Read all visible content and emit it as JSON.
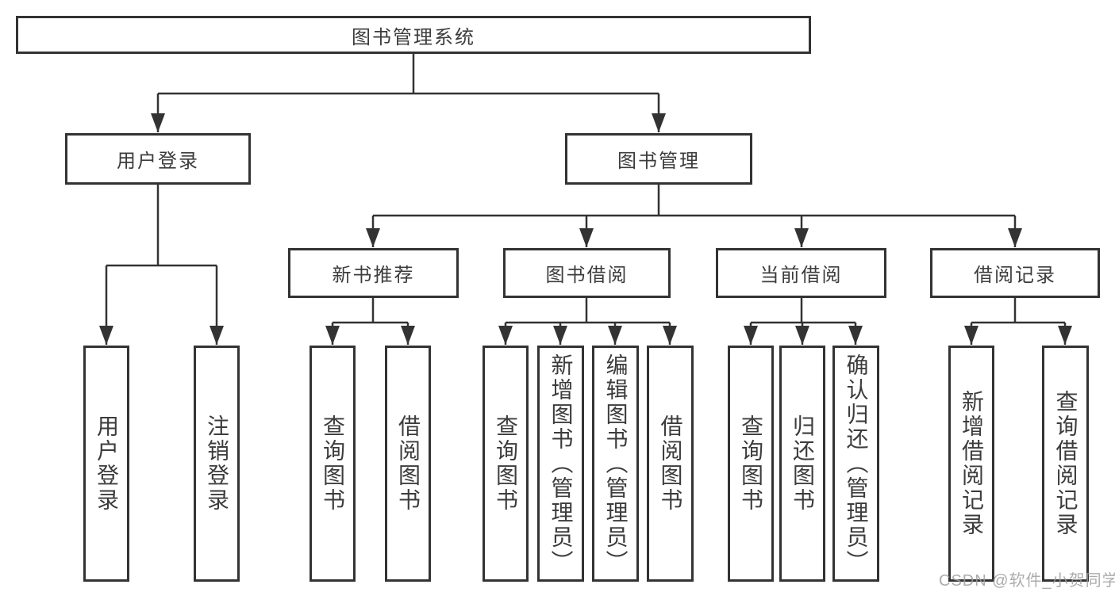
{
  "diagram": {
    "root": "图书管理系统",
    "level2": {
      "user_login": "用户登录",
      "book_management": "图书管理"
    },
    "level3": {
      "new_book_recommend": "新书推荐",
      "book_borrowing": "图书借阅",
      "current_borrowing": "当前借阅",
      "borrowing_records": "借阅记录"
    },
    "leaves": {
      "user_login": "用户登录",
      "logout": "注销登录",
      "query_book_1": "查询图书",
      "borrow_book_1": "借阅图书",
      "query_book_2": "查询图书",
      "add_book": "新增图书（管理员）",
      "edit_book": "编辑图书（管理员）",
      "borrow_book_2": "借阅图书",
      "query_book_3": "查询图书",
      "return_book": "归还图书",
      "confirm_return": "确认归还（管理员）",
      "add_borrow_record": "新增借阅记录",
      "query_borrow_record": "查询借阅记录"
    }
  },
  "watermark": "CSDN @软件_小贺同学",
  "colors": {
    "line": "#333333",
    "text": "#3c3c3c",
    "background": "#ffffff",
    "watermark": "#9e9e9e"
  }
}
